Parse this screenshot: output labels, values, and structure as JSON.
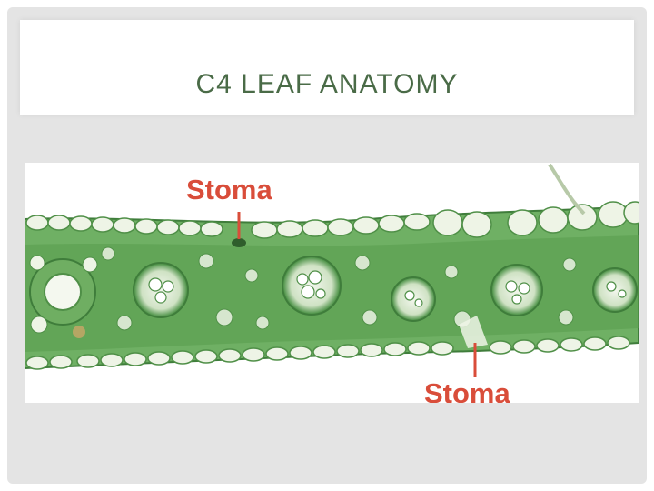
{
  "slide": {
    "title": "C4 LEAF ANATOMY"
  },
  "figure": {
    "callout_top": "Stoma",
    "callout_bottom": "Stoma",
    "colors": {
      "tissue": "#5aa052",
      "tissue_dark": "#3f7d3b",
      "cell_fill": "#e8f1df",
      "label": "#d94d3a"
    }
  }
}
